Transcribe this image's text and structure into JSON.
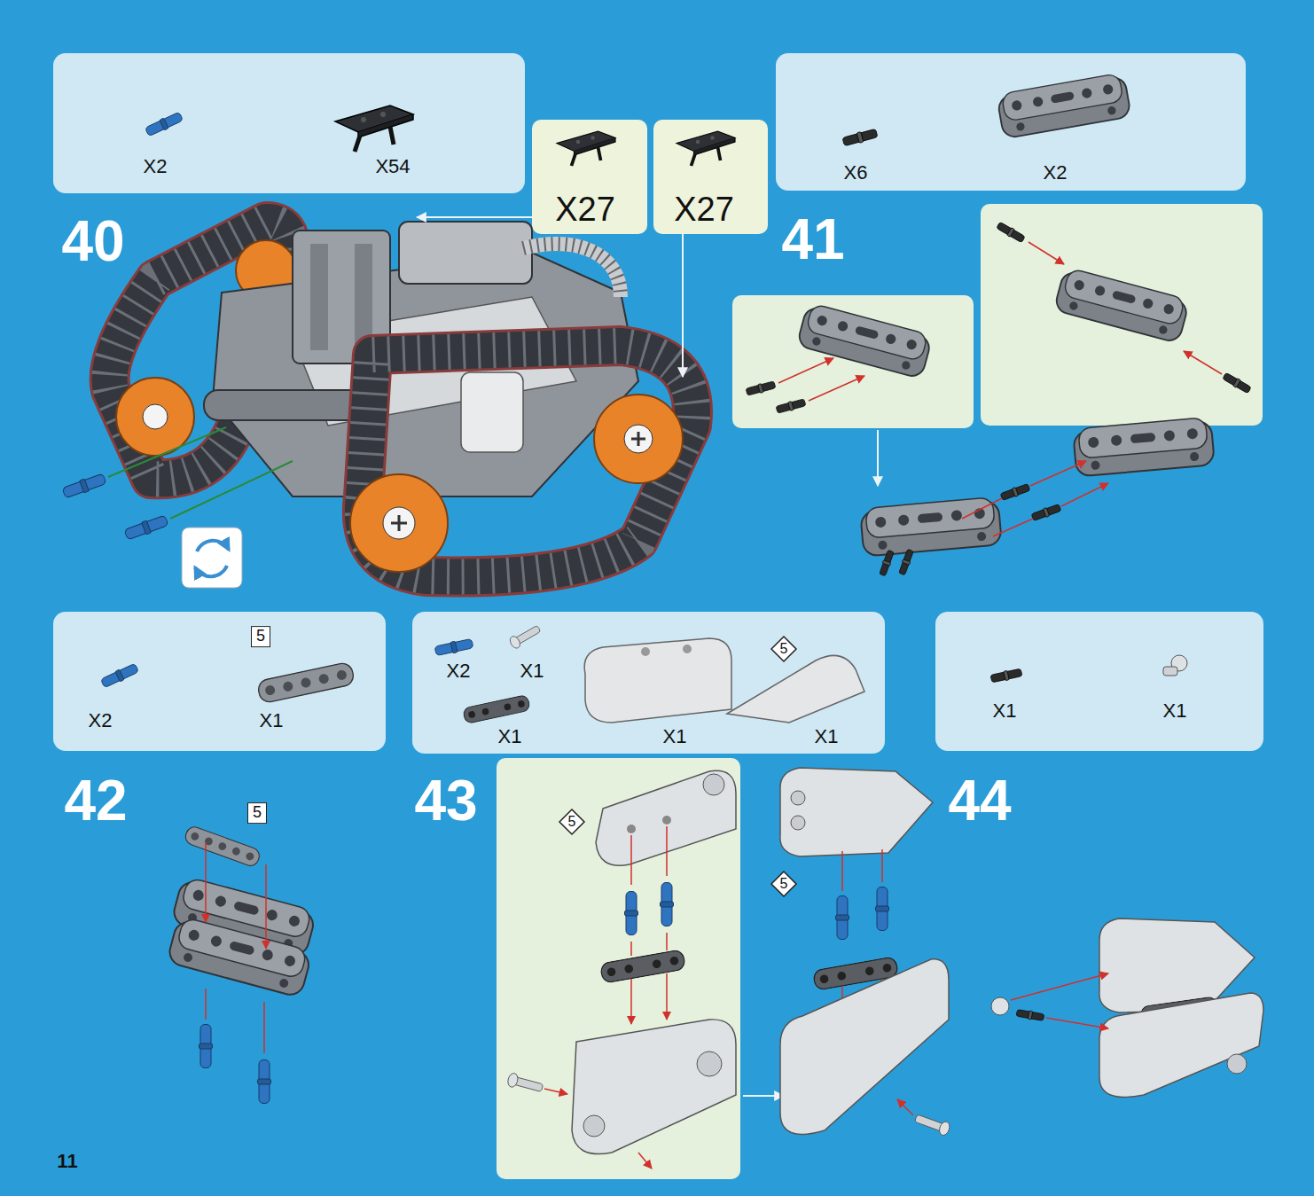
{
  "diagram": {
    "nodes": [
      {
        "text": [
          "X2",
          "X54"
        ]
      },
      {
        "text": [
          "X27"
        ]
      },
      {
        "text": [
          "X27"
        ]
      },
      {
        "text": [
          "X6",
          "X2"
        ]
      },
      {
        "text": [
          "X2",
          "5",
          "X1"
        ]
      },
      {
        "text": [
          "X2",
          "X1",
          "5",
          "X1",
          "X1",
          "X1"
        ]
      },
      {
        "text": [
          "X1",
          "X1"
        ]
      }
    ],
    "labels": [
      "40",
      "41",
      "42",
      "5",
      "43",
      "5",
      "44",
      "5",
      "11"
    ]
  }
}
